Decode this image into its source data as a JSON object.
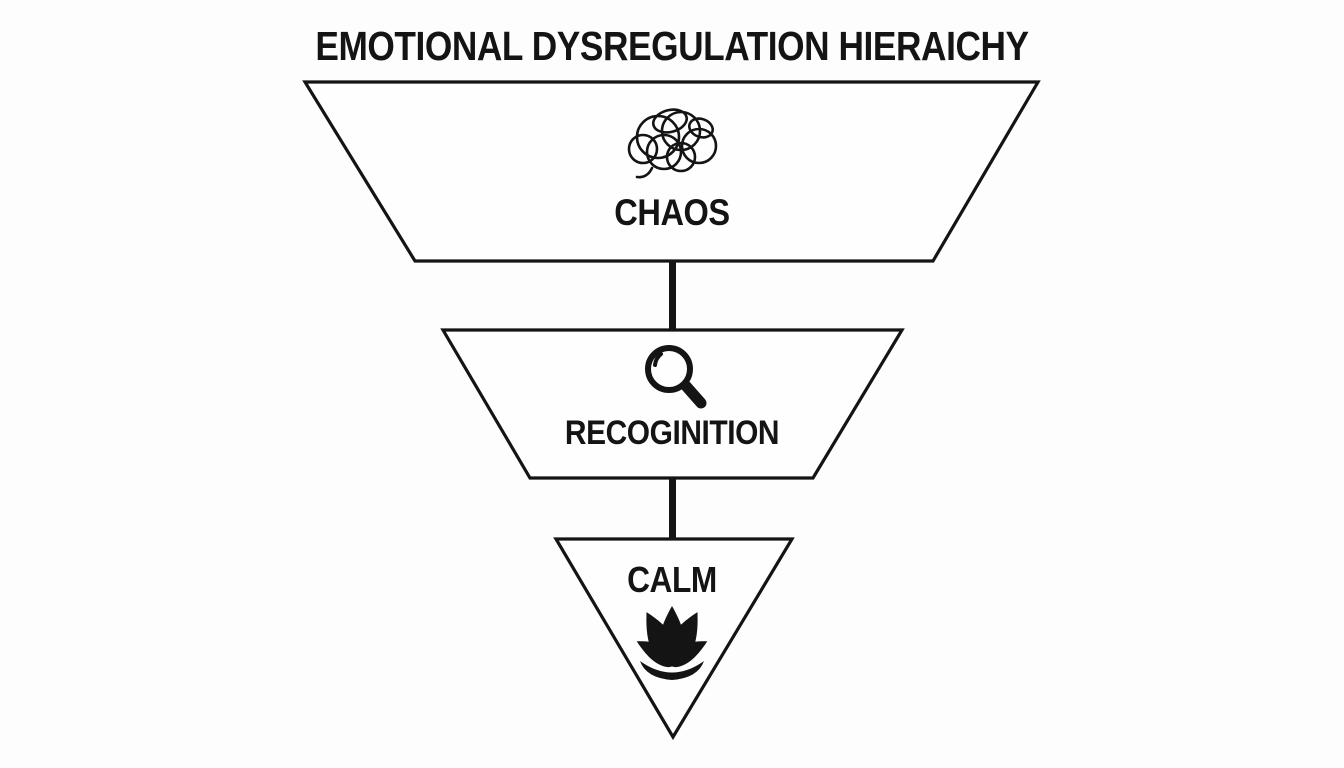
{
  "diagram": {
    "title": "EMOTIONAL DYSREGULATION HIERAICHY",
    "levels": [
      {
        "id": "chaos",
        "label": "CHAOS",
        "icon": "tangled-scribble-icon"
      },
      {
        "id": "recognition",
        "label": "RECOGINITION",
        "icon": "magnifier-icon"
      },
      {
        "id": "calm",
        "label": "CALM",
        "icon": "lotus-icon"
      }
    ],
    "colors": {
      "ink": "#141414",
      "background": "#fdfdfd"
    }
  }
}
